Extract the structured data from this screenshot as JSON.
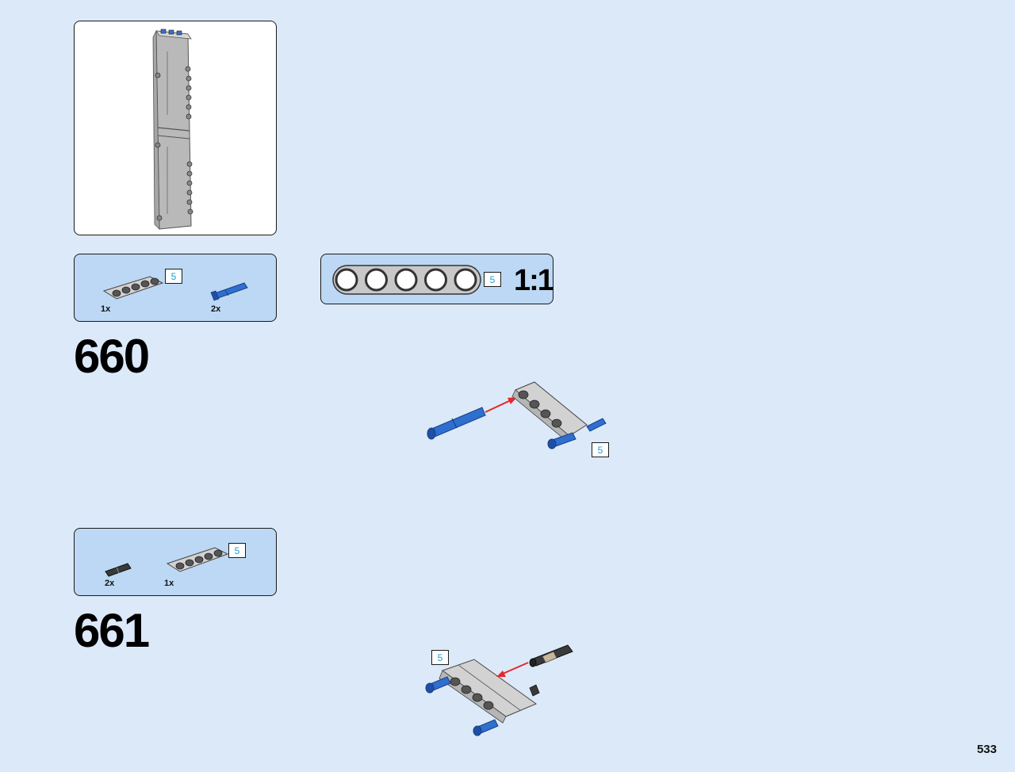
{
  "page": {
    "number": "533"
  },
  "preview": {
    "description_icon": "assembled-panel-icon"
  },
  "scale_reference": {
    "length": "5",
    "ratio": "1:1",
    "holes": 5
  },
  "steps": [
    {
      "number": "660",
      "parts": [
        {
          "icon": "beam-5-icon",
          "quantity": "1x",
          "length": "5"
        },
        {
          "icon": "blue-axle-pin-icon",
          "quantity": "2x"
        }
      ],
      "callout_length": "5"
    },
    {
      "number": "661",
      "parts": [
        {
          "icon": "black-pin-icon",
          "quantity": "2x"
        },
        {
          "icon": "beam-5-icon",
          "quantity": "1x",
          "length": "5"
        }
      ],
      "callout_length": "5"
    }
  ],
  "colors": {
    "background": "#dce9f9",
    "parts_box": "#bcd8f4",
    "length_label": "#1a9fd6",
    "arrow": "#e8262b",
    "pin_blue": "#2e6fd0",
    "beam_gray": "#c8c8c8"
  }
}
